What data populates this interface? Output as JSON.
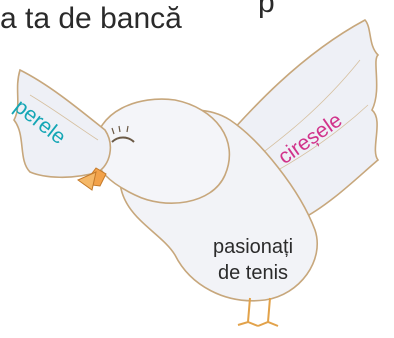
{
  "top_text": {
    "line": "a ta de bancă",
    "cut_glyph": "p"
  },
  "bird": {
    "left_wing_label": "perele",
    "right_wing_label": "cireșele",
    "body_label_line1": "pasionați",
    "body_label_line2": "de tenis"
  },
  "colors": {
    "cyan_label": "#14a6b5",
    "magenta_label": "#d1348b",
    "bird_white": "#f2f3f7",
    "bird_outline": "#c7a77c",
    "beak": "#f2a24a"
  }
}
